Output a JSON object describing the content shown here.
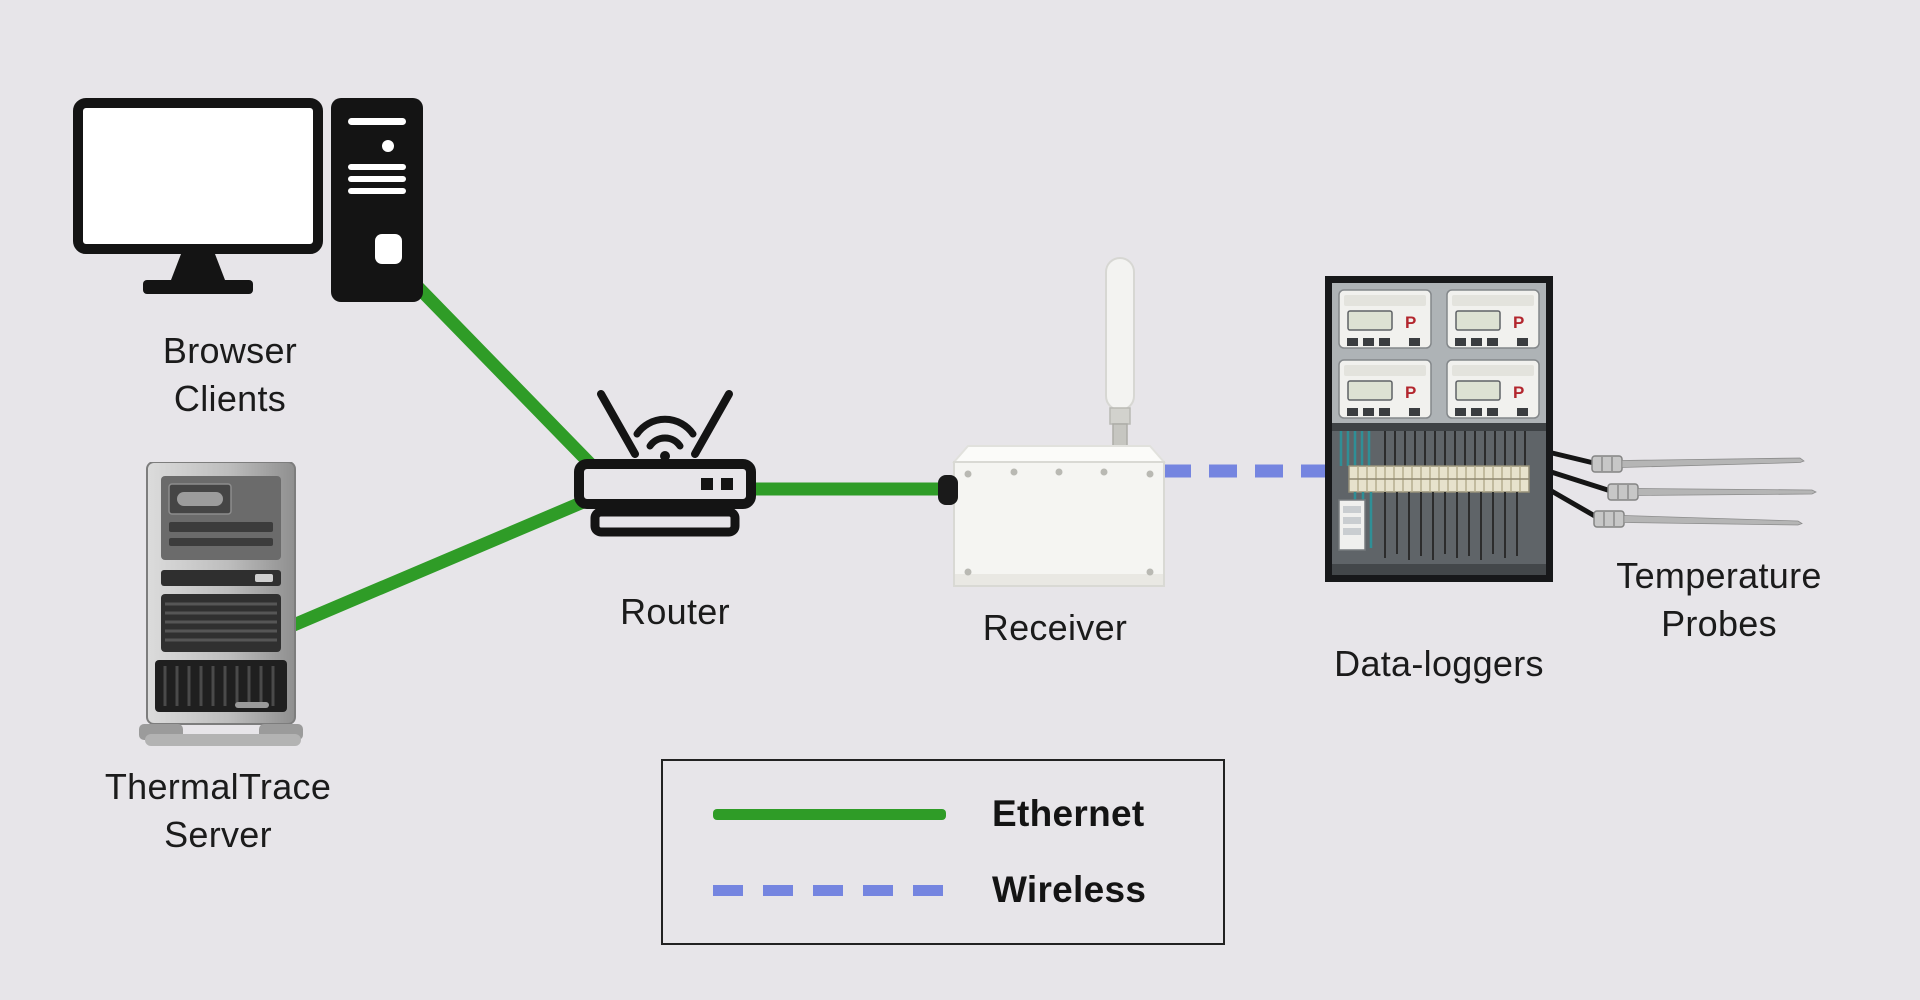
{
  "colors": {
    "page_bg": "#e7e5e9",
    "ethernet": "#2f9c27",
    "wireless": "#7585e0"
  },
  "nodes": {
    "browser_clients": {
      "label": "Browser Clients"
    },
    "thermaltrace_server": {
      "label": "ThermalTrace Server"
    },
    "router": {
      "label": "Router"
    },
    "receiver": {
      "label": "Receiver"
    },
    "data_loggers": {
      "label": "Data-loggers",
      "logo_text": "P"
    },
    "temperature_probes": {
      "label": "Temperature Probes"
    }
  },
  "legend": {
    "items": [
      {
        "label": "Ethernet",
        "style": "solid",
        "color": "#2f9c27"
      },
      {
        "label": "Wireless",
        "style": "dashed",
        "color": "#7585e0"
      }
    ]
  }
}
